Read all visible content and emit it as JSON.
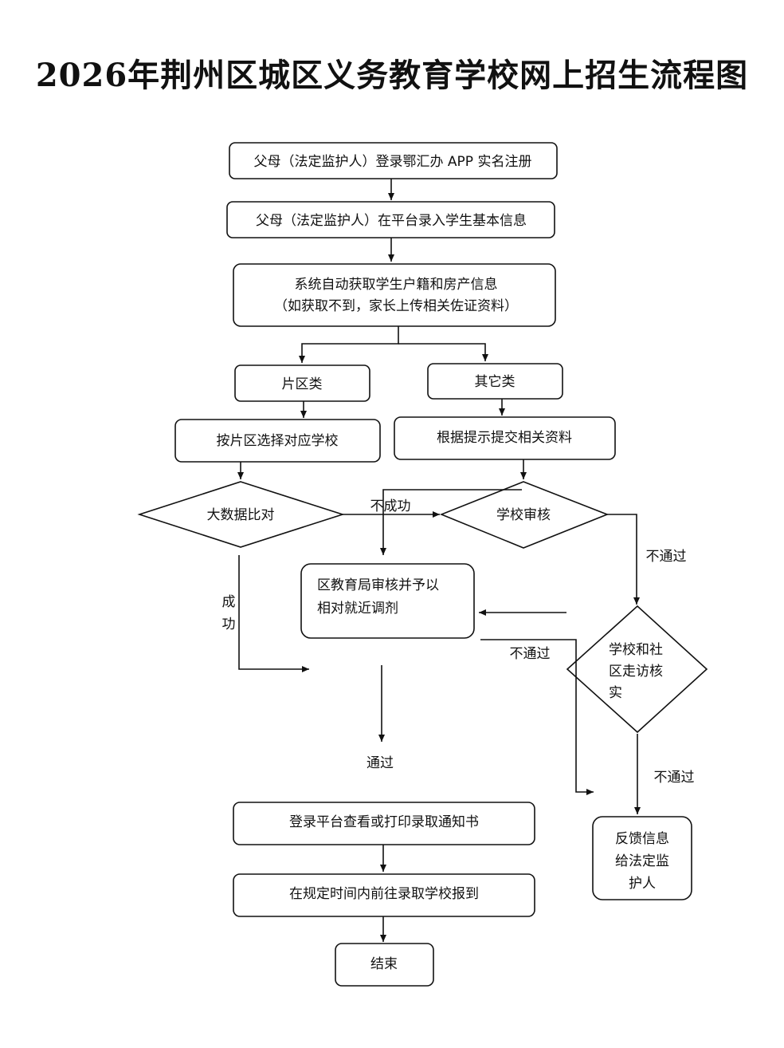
{
  "title": "2026年荆州区城区义务教育学校网上招生流程图",
  "nodes": {
    "register": "父母（法定监护人）登录鄂汇办 APP 实名注册",
    "enter_info": "父母（法定监护人）在平台录入学生基本信息",
    "auto_fetch_1": "系统自动获取学生户籍和房产信息",
    "auto_fetch_2": "（如获取不到，家长上传相关佐证资料）",
    "zone_category": "片区类",
    "other_category": "其它类",
    "choose_school": "按片区选择对应学校",
    "submit_docs": "根据提示提交相关资料",
    "big_data_compare": "大数据比对",
    "school_review": "学校审核",
    "bureau_review_1": "区教育局审核并予以",
    "bureau_review_2": "相对就近调剂",
    "visit_verify_1": "学校和社",
    "visit_verify_2": "区走访核",
    "visit_verify_3": "实",
    "view_notice": "登录平台查看或打印录取通知书",
    "report_school": "在规定时间内前往录取学校报到",
    "end": "结束",
    "feedback_1": "反馈信息",
    "feedback_2": "给法定监",
    "feedback_3": "护人"
  },
  "edge_labels": {
    "fail": "不成功",
    "success_1": "成",
    "success_2": "功",
    "not_pass_school": "不通过",
    "not_pass_bureau": "不通过",
    "not_pass_visit": "不通过",
    "pass": "通过"
  }
}
